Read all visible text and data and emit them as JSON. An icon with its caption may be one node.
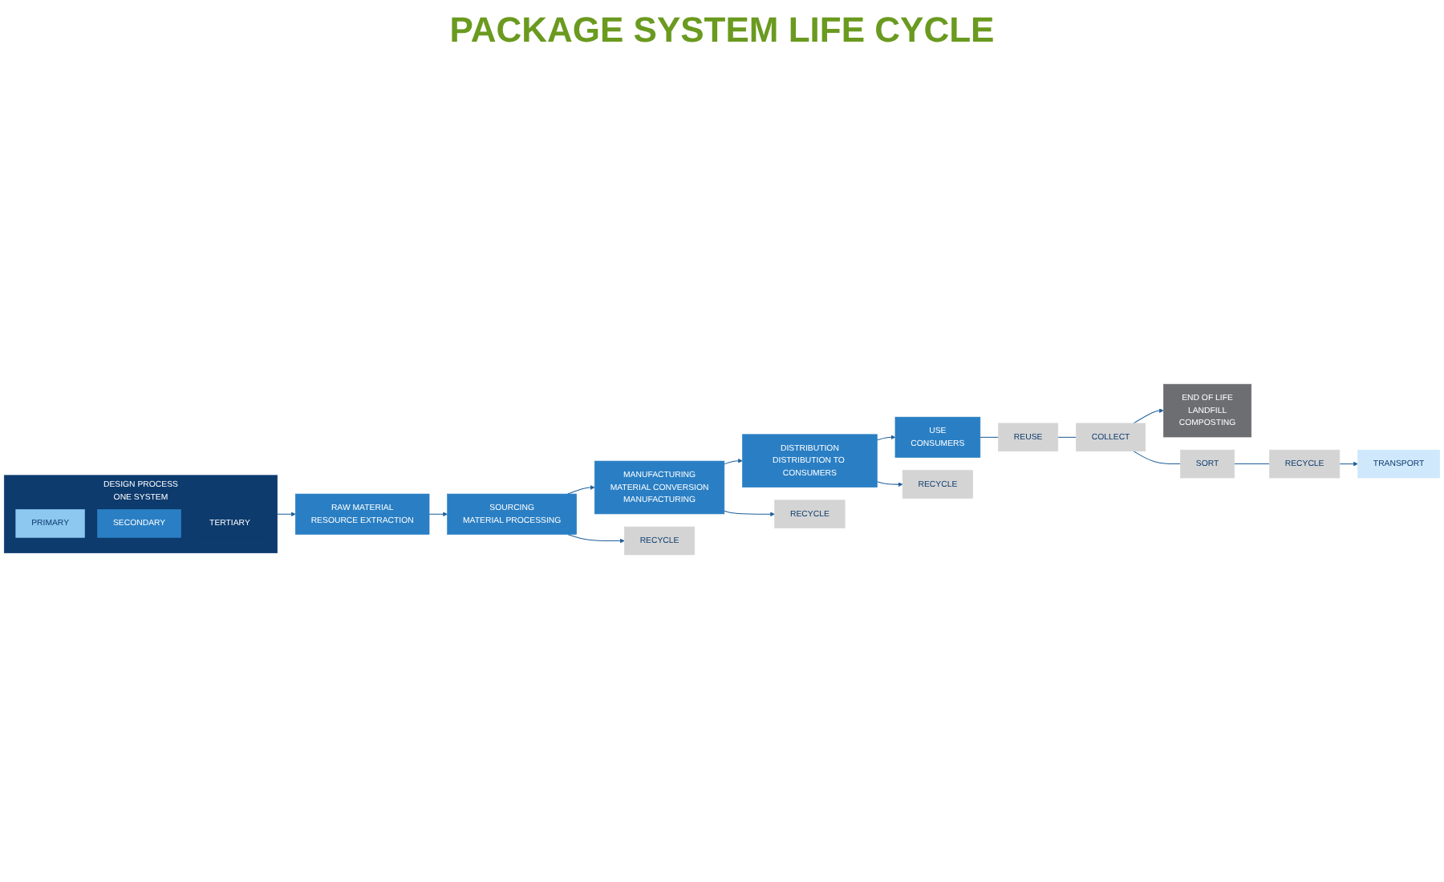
{
  "diagram": {
    "title": "PACKAGE SYSTEM LIFE CYCLE",
    "nodes": [
      {
        "text": [
          "DESIGN PROCESS",
          "ONE SYSTEM"
        ]
      },
      {
        "text": [
          "PRIMARY"
        ],
        "in": 0
      },
      {
        "text": [
          "SECONDARY"
        ],
        "in": 0
      },
      {
        "text": [
          "TERTIARY"
        ],
        "in": 0
      },
      {
        "text": [
          "RAW MATERIAL",
          "RESOURCE EXTRACTION"
        ]
      },
      {
        "text": [
          "SOURCING",
          "MATERIAL PROCESSING"
        ]
      },
      {
        "text": [
          "MANUFACTURING",
          "MATERIAL CONVERSION",
          "MANUFACTURING"
        ]
      },
      {
        "text": [
          "DISTRIBUTION",
          "DISTRIBUTION TO CONSUMERS"
        ]
      },
      {
        "text": [
          "USE",
          "CONSUMERS"
        ]
      },
      {
        "text": [
          "END OF LIFE",
          "LANDFILL",
          "COMPOSTING"
        ]
      },
      {
        "text": [
          "RECYCLE"
        ]
      },
      {
        "text": [
          "RECYCLE"
        ]
      },
      {
        "text": [
          "RECYCLE"
        ]
      },
      {
        "text": [
          "REUSE"
        ]
      },
      {
        "text": [
          "COLLECT"
        ]
      },
      {
        "text": [
          "SORT"
        ]
      },
      {
        "text": [
          "RECYCLE"
        ]
      },
      {
        "text": [
          "TRANSPORT"
        ]
      }
    ],
    "edges": [
      {
        "from": 0,
        "to": 4,
        "arrow": "to"
      },
      {
        "from": 4,
        "to": 5,
        "arrow": "to"
      },
      {
        "from": 5,
        "to": 6,
        "arrow": "to"
      },
      {
        "from": 6,
        "to": 7,
        "arrow": "to"
      },
      {
        "from": 7,
        "to": 8,
        "arrow": "to"
      },
      {
        "from": 5,
        "to": 10,
        "arrow": "to"
      },
      {
        "from": 6,
        "to": 11,
        "arrow": "to"
      },
      {
        "from": 7,
        "to": 12,
        "arrow": "to"
      },
      {
        "from": 8,
        "to": 13,
        "arrow": "none"
      },
      {
        "from": 13,
        "to": 14,
        "arrow": "none"
      },
      {
        "from": 14,
        "to": 15,
        "arrow": "none"
      },
      {
        "from": 15,
        "to": 16,
        "arrow": "none"
      },
      {
        "from": 16,
        "to": 17,
        "arrow": "to"
      },
      {
        "from": 14,
        "to": 9,
        "arrow": "to"
      }
    ]
  }
}
